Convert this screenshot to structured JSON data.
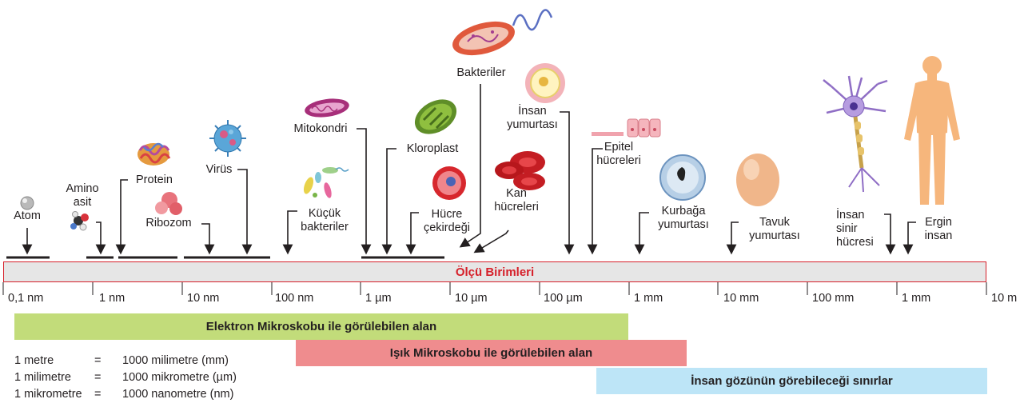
{
  "organisms": {
    "atom": "Atom",
    "amino_acid": "Amino\nasit",
    "protein": "Protein",
    "ribosome": "Ribozom",
    "virus": "Virüs",
    "mitochondria": "Mitokondri",
    "small_bacteria": "Küçük\nbakteriler",
    "chloroplast": "Kloroplast",
    "bacteria": "Bakteriler",
    "nucleus": "Hücre\nçekirdeği",
    "blood_cells": "Kan\nhücreleri",
    "human_egg": "İnsan\nyumurtası",
    "epithelial": "Epitel\nhücreleri",
    "frog_egg": "Kurbağa\nyumurtası",
    "chicken_egg": "Tavuk\nyumurtası",
    "nerve_cell": "İnsan\nsinir\nhücresi",
    "adult_human": "Ergin\ninsan"
  },
  "measure_bar": {
    "title": "Ölçü Birimleri",
    "border_color": "#d6202a",
    "fill_color": "#e6e6e6"
  },
  "scale": [
    "0,1 nm",
    "1 nm",
    "10 nm",
    "100 nm",
    "1 µm",
    "10 µm",
    "100 µm",
    "1 mm",
    "10 mm",
    "100 mm",
    "1 mm",
    "10 m"
  ],
  "bands": {
    "electron": {
      "label": "Elektron Mikroskobu ile görülebilen alan",
      "color": "#c2dc7a"
    },
    "light": {
      "label": "Işık Mikroskobu ile görülebilen alan",
      "color": "#ef8c8e"
    },
    "eye": {
      "label": "İnsan gözünün görebileceği sınırlar",
      "color": "#bde5f7"
    }
  },
  "units": [
    {
      "a": "1 metre",
      "eq": "=",
      "b": "1000 milimetre (mm)"
    },
    {
      "a": "1 milimetre",
      "eq": "=",
      "b": "1000 mikrometre (µm)"
    },
    {
      "a": "1 mikrometre",
      "eq": "=",
      "b": "1000 nanometre (nm)"
    }
  ]
}
